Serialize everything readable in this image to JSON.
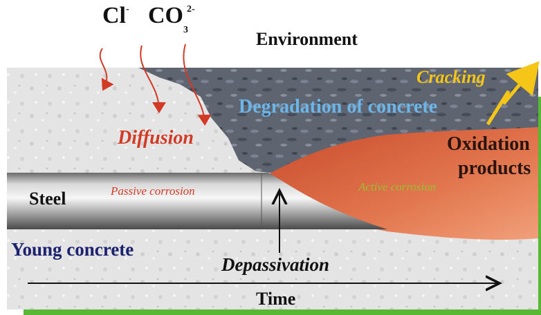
{
  "ions": {
    "chloride": {
      "symbol": "Cl",
      "charge": "-"
    },
    "carbonate": {
      "symbol": "CO",
      "subscript": "3",
      "charge": "2-"
    }
  },
  "labels": {
    "environment": "Environment",
    "cracking": "Cracking",
    "degradation": "Degradation of concrete",
    "diffusion": "Diffusion",
    "oxidation": [
      "Oxidation",
      "products"
    ],
    "steel": "Steel",
    "passive": "Passive corrosion",
    "active": "Active corrosion",
    "young_concrete": "Young concrete",
    "depassivation": "Depassivation",
    "time": "Time"
  },
  "colors": {
    "diffusion_red": "#d23a25",
    "degradation_blue": "#6bb5e8",
    "cracking_yellow": "#f5c518",
    "active_green": "#9ac030",
    "young_navy": "#1c2170",
    "oxide_orange": "#d9603c",
    "border_green": "#58b833"
  }
}
